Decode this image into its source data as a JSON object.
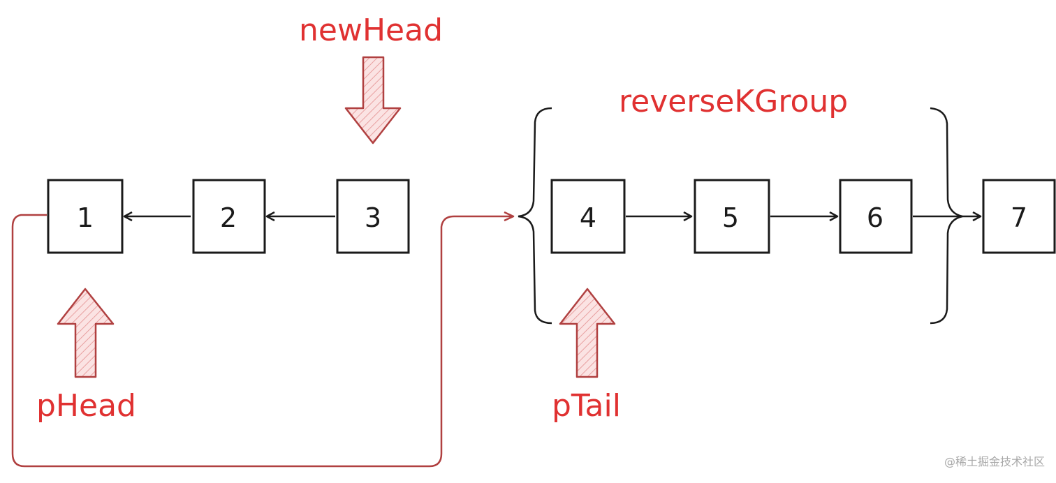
{
  "nodes": [
    {
      "id": "node-1",
      "label": "1"
    },
    {
      "id": "node-2",
      "label": "2"
    },
    {
      "id": "node-3",
      "label": "3"
    },
    {
      "id": "node-4",
      "label": "4"
    },
    {
      "id": "node-5",
      "label": "5"
    },
    {
      "id": "node-6",
      "label": "6"
    },
    {
      "id": "node-7",
      "label": "7"
    }
  ],
  "labels": {
    "new_head": "newHead",
    "p_head": "pHead",
    "p_tail": "pTail",
    "reverse_k_group": "reverseKGroup"
  },
  "watermark": "@稀土掘金技术社区",
  "colors": {
    "ink": "#1a1a1a",
    "accent_red": "#e03131",
    "connector_red": "#b04040",
    "arrow_fill": "#f2b8b8"
  }
}
